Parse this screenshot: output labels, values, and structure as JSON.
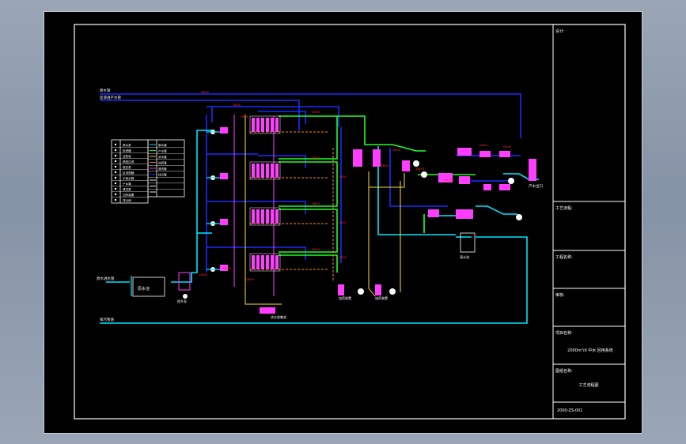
{
  "colors": {
    "background": "#000000",
    "frame": "#ffffff",
    "blue_line": "#1a2cff",
    "cyan_line": "#00e5ff",
    "green_line": "#22ff22",
    "magenta_equipment": "#ff3dff",
    "red_label": "#ff2a2a",
    "yellow_line": "#ffdd33",
    "orange_line": "#ff8a1a",
    "white_text": "#ffffff"
  },
  "title_block": {
    "cell1_label": "设计:",
    "cell2_label": "工艺流程:",
    "cell3_label": "工程名称:",
    "cell4_label": "审核:",
    "cell5_label": "项目名称:",
    "project_name": "2000m³/d 中水 回用系统",
    "cell6_label": "图纸名称:",
    "drawing_name": "工艺流程图",
    "drawing_number": "2000-ZS-001"
  },
  "legend": {
    "left_items": [
      "原水泵",
      "砂滤器",
      "活性炭",
      "精密过滤",
      "高压泵",
      "反渗透膜",
      "中间水箱",
      "产水箱",
      "清洗泵",
      "加药装置",
      "排污阀"
    ],
    "right_items": [
      "原水管",
      "产水管",
      "浓水管",
      "加药管",
      "清洗管",
      "排污管",
      "",
      "",
      ""
    ]
  },
  "lines": {
    "top_label_1": "原水管",
    "top_label_2": "反渗透产水管",
    "inlet_label": "原水进水管",
    "bottom_label": "排污管道"
  },
  "equipment": {
    "tank_label": "原水池",
    "pump_label": "提升泵",
    "collector_label": "浓水收集池",
    "dosing_labels": [
      "加药装置",
      "加药装置"
    ],
    "outlet_label": "清水池",
    "product_label": "产水出口",
    "tag": "DN50"
  }
}
